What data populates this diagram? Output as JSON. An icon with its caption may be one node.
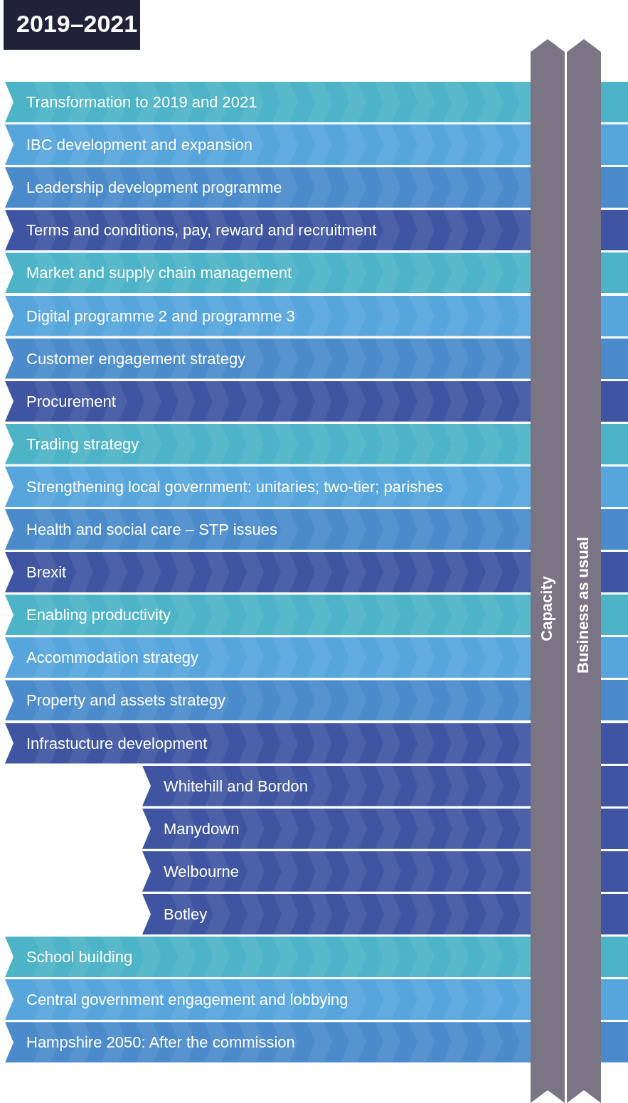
{
  "diagram": {
    "title": "2019–2021",
    "nodes": [
      {
        "text": [
          "Transformation to 2019 and 2021"
        ]
      },
      {
        "text": [
          "IBC development and expansion"
        ]
      },
      {
        "text": [
          "Leadership development programme"
        ]
      },
      {
        "text": [
          "Terms and conditions, pay, reward and recruitment"
        ]
      },
      {
        "text": [
          "Market and supply chain management"
        ]
      },
      {
        "text": [
          "Digital programme 2 and programme 3"
        ]
      },
      {
        "text": [
          "Customer engagement strategy"
        ]
      },
      {
        "text": [
          "Procurement"
        ]
      },
      {
        "text": [
          "Trading strategy"
        ]
      },
      {
        "text": [
          "Strengthening local government: unitaries; two-tier; parishes"
        ]
      },
      {
        "text": [
          "Health and social care – STP issues"
        ]
      },
      {
        "text": [
          "Brexit"
        ]
      },
      {
        "text": [
          "Enabling productivity"
        ]
      },
      {
        "text": [
          "Accommodation strategy"
        ]
      },
      {
        "text": [
          "Property and assets strategy"
        ]
      },
      {
        "text": [
          "Infrastucture development"
        ]
      },
      {
        "text": [
          "Whitehill and Bordon"
        ]
      },
      {
        "text": [
          "Manydown"
        ]
      },
      {
        "text": [
          "Welbourne"
        ]
      },
      {
        "text": [
          "Botley"
        ]
      },
      {
        "text": [
          "School building"
        ]
      },
      {
        "text": [
          "Central government engagement and lobbying"
        ]
      },
      {
        "text": [
          "Hampshire 2050: After the commission"
        ]
      },
      {
        "text": [
          "Capacity"
        ]
      },
      {
        "text": [
          "Business as usual"
        ]
      }
    ]
  }
}
